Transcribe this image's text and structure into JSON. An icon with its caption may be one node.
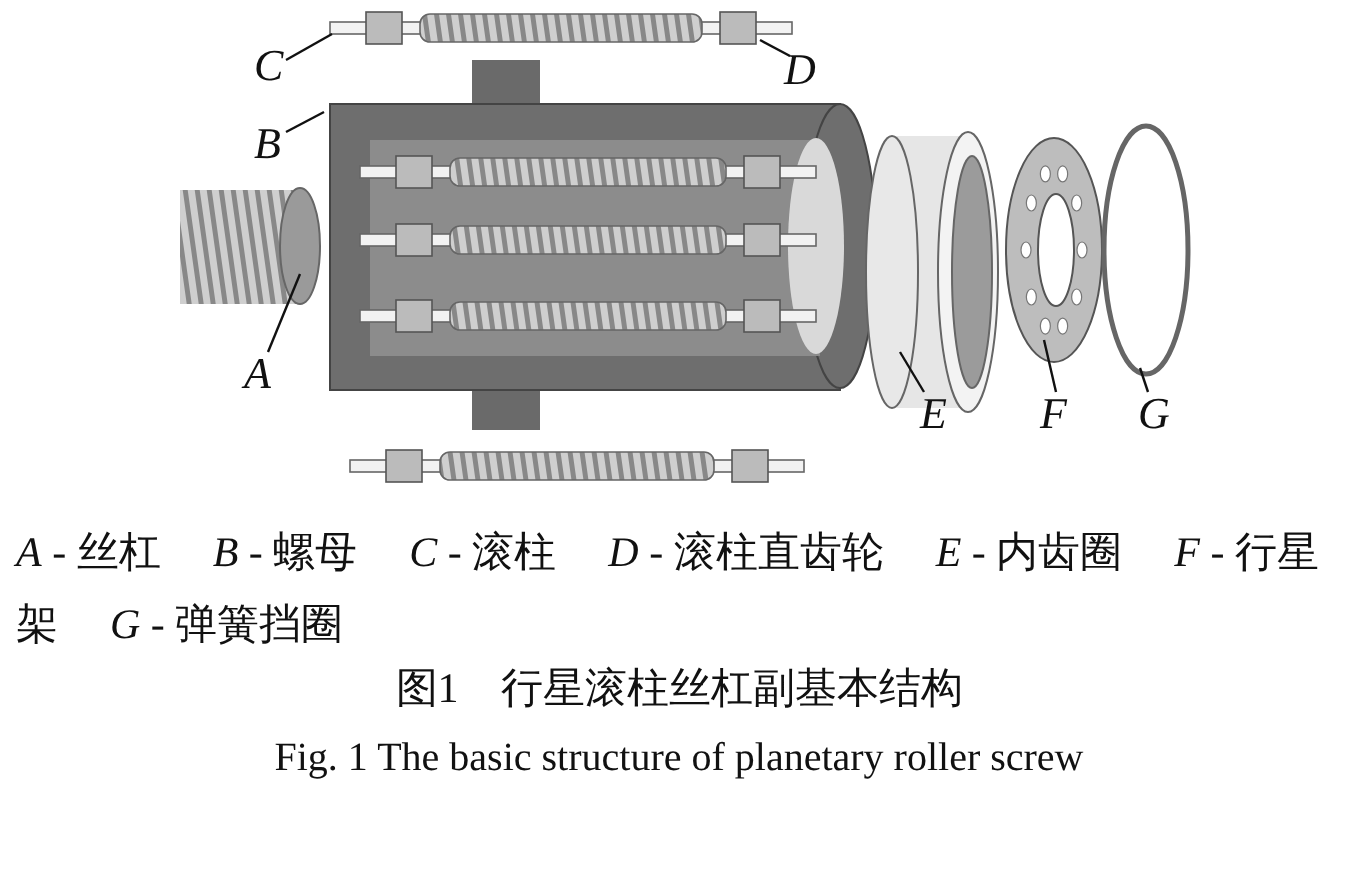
{
  "diagram": {
    "caption": "图1　行星滚柱丝杠副基本结构",
    "nodes": [
      {
        "text": [
          "C"
        ]
      },
      {
        "text": [
          "D"
        ]
      },
      {
        "text": [
          "B"
        ]
      },
      {
        "text": [
          "A"
        ]
      },
      {
        "text": [
          "E"
        ]
      },
      {
        "text": [
          "F"
        ]
      },
      {
        "text": [
          "G"
        ]
      }
    ],
    "edges": [
      {
        "from": 0,
        "to": null,
        "arrow": "none"
      },
      {
        "from": 1,
        "to": null,
        "arrow": "none"
      },
      {
        "from": 2,
        "to": null,
        "arrow": "none"
      },
      {
        "from": 3,
        "to": null,
        "arrow": "none"
      },
      {
        "from": 4,
        "to": null,
        "arrow": "none"
      },
      {
        "from": 5,
        "to": null,
        "arrow": "none"
      },
      {
        "from": 6,
        "to": null,
        "arrow": "none"
      }
    ],
    "labels": [
      "*A* - 丝杠",
      "*B* - 螺母",
      "*C* - 滚柱",
      "*D* - 滚柱直齿轮",
      "*E* - 内齿圈",
      "*F* - 行星架",
      "*G* - 弹簧挡圈",
      "Fig. 1 The basic structure of planetary roller screw"
    ]
  }
}
